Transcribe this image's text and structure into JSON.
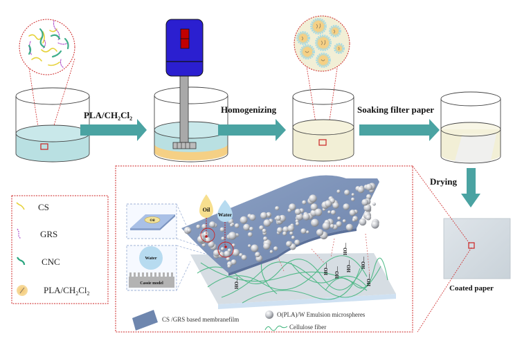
{
  "colors": {
    "arrow": "#4aa3a2",
    "water_blue": "#b9e0e2",
    "emulsion_yellow": "#f2efd6",
    "pla_orange": "#f5d085",
    "homogenizer_blue": "#2b1fd0",
    "homogenizer_red": "#c20000",
    "zoom_red": "#cc2222",
    "film_blue": "#7d93b8",
    "fiber_green": "#3cb37a",
    "cs_yellow": "#e6d23a",
    "grs_purple": "#b45bd0",
    "cnc_teal": "#2aa57e",
    "hydroxyl_red": "#c0181b"
  },
  "steps": {
    "step1_arrow_label_main": "PLA/CH",
    "step1_arrow_label_sub1": "2",
    "step1_arrow_label_mid": "Cl",
    "step1_arrow_label_sub2": "2",
    "step2_arrow_label": "Homogenizing",
    "step3_arrow_label": "Soaking filter paper",
    "step4_arrow_label": "Drying",
    "final_product_label": "Coated paper"
  },
  "legend": {
    "items": [
      {
        "icon": "cs-chain-icon",
        "label": "CS"
      },
      {
        "icon": "grs-chain-icon",
        "label": "GRS"
      },
      {
        "icon": "cnc-chain-icon",
        "label": "CNC"
      },
      {
        "icon": "pla-droplet-icon",
        "label_main": "PLA/CH",
        "label_sub1": "2",
        "label_mid": "Cl",
        "label_sub2": "2"
      }
    ]
  },
  "detail_panel": {
    "oil_drop_label": "Oil",
    "water_drop_label": "Water",
    "inset_oil_label": "Oil",
    "inset_water_label": "Water",
    "cassie_label": "Cassie model",
    "hydroxyl_label": "HO—",
    "film_caption": "CS /GRS based membranefilm",
    "microsphere_caption": "O(PLA)/W Emulsion microspheres",
    "fiber_caption": "Cellulose fiber"
  }
}
